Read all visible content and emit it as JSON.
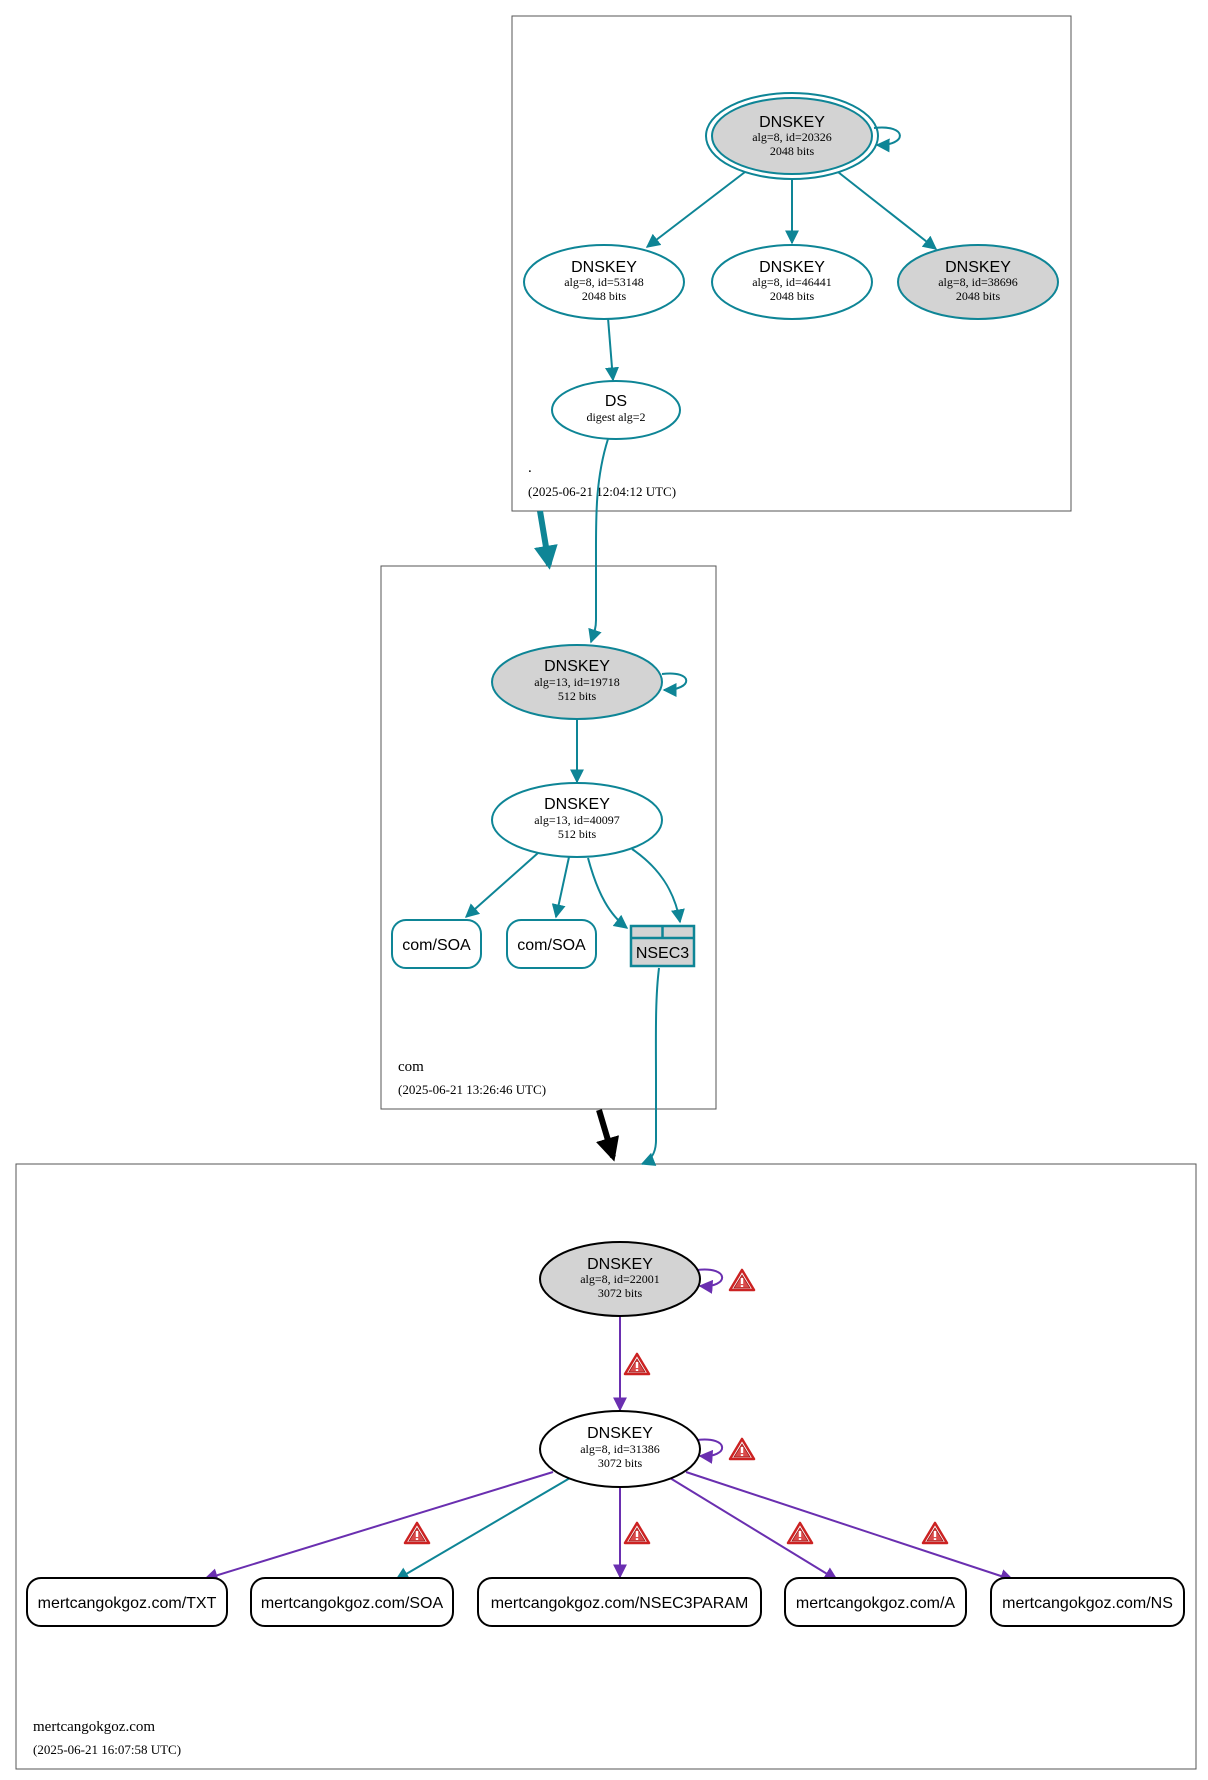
{
  "zones": {
    "root": {
      "name": ".",
      "time": "(2025-06-21 12:04:12 UTC)"
    },
    "com": {
      "name": "com",
      "time": "(2025-06-21 13:26:46 UTC)"
    },
    "domain": {
      "name": "mertcangokgoz.com",
      "time": "(2025-06-21 16:07:58 UTC)"
    }
  },
  "nodes": {
    "root_ksk": {
      "title": "DNSKEY",
      "sub1": "alg=8, id=20326",
      "sub2": "2048 bits"
    },
    "root_zsk1": {
      "title": "DNSKEY",
      "sub1": "alg=8, id=53148",
      "sub2": "2048 bits"
    },
    "root_zsk2": {
      "title": "DNSKEY",
      "sub1": "alg=8, id=46441",
      "sub2": "2048 bits"
    },
    "root_ksk2": {
      "title": "DNSKEY",
      "sub1": "alg=8, id=38696",
      "sub2": "2048 bits"
    },
    "root_ds": {
      "title": "DS",
      "sub1": "digest alg=2"
    },
    "com_ksk": {
      "title": "DNSKEY",
      "sub1": "alg=13, id=19718",
      "sub2": "512 bits"
    },
    "com_zsk": {
      "title": "DNSKEY",
      "sub1": "alg=13, id=40097",
      "sub2": "512 bits"
    },
    "com_soa1": {
      "label": "com/SOA"
    },
    "com_soa2": {
      "label": "com/SOA"
    },
    "com_nsec3": {
      "label": "NSEC3"
    },
    "dom_ksk": {
      "title": "DNSKEY",
      "sub1": "alg=8, id=22001",
      "sub2": "3072 bits"
    },
    "dom_zsk": {
      "title": "DNSKEY",
      "sub1": "alg=8, id=31386",
      "sub2": "3072 bits"
    },
    "dom_txt": {
      "label": "mertcangokgoz.com/TXT"
    },
    "dom_soa": {
      "label": "mertcangokgoz.com/SOA"
    },
    "dom_nsec3param": {
      "label": "mertcangokgoz.com/NSEC3PARAM"
    },
    "dom_a": {
      "label": "mertcangokgoz.com/A"
    },
    "dom_ns": {
      "label": "mertcangokgoz.com/NS"
    }
  },
  "colors": {
    "secure": "#0e8596",
    "bogus": "#6a2fb0",
    "ksk_fill": "#d3d3d3",
    "warning": "#cc2222"
  }
}
